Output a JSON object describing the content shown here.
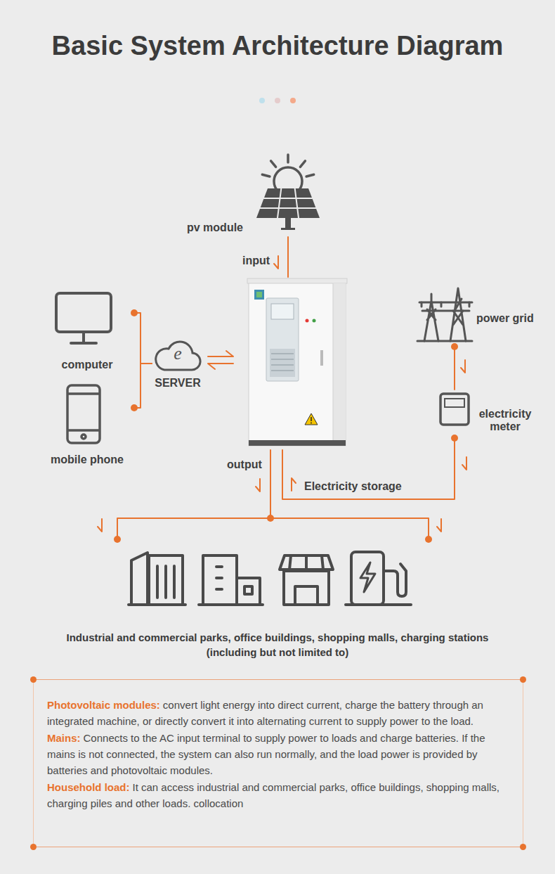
{
  "diagram": {
    "title": "Basic System Architecture Diagram",
    "nodes": [
      {
        "text": [
          "pv module"
        ]
      },
      {
        "text": []
      },
      {
        "text": [
          "computer"
        ]
      },
      {
        "text": [
          "e",
          "SERVER"
        ]
      },
      {
        "text": [
          "mobile phone"
        ]
      },
      {
        "text": [
          "power grid"
        ]
      },
      {
        "text": [
          "electricity meter"
        ]
      },
      {
        "text": [
          "Industrial and commercial parks, office buildings, shopping malls, charging stations (including but not limited to)"
        ]
      },
      {
        "text": [
          "Photovoltaic modules:",
          "convert light energy into direct current, charge the battery through an integrated machine, or directly convert it into alternating current to supply power to the load.",
          "Mains:",
          "Connects to the AC input terminal to supply power to loads and charge batteries. If the mains is not connected, the system can also run normally, and the load power is provided by batteries and photovoltaic modules.",
          "Household load:",
          "It can access industrial and commercial parks, office buildings, shopping malls, charging piles and other loads. collocation"
        ]
      }
    ],
    "edges": [
      {
        "from": 0,
        "to": 1,
        "label": "input",
        "arrow": "to"
      },
      {
        "from": 3,
        "to": 1,
        "arrow": "both"
      },
      {
        "from": 2,
        "to": 3,
        "arrow": "none"
      },
      {
        "from": 4,
        "to": 3,
        "arrow": "none"
      },
      {
        "from": 5,
        "to": 6,
        "arrow": "to"
      },
      {
        "from": 6,
        "to": 1,
        "label": "Electricity storage",
        "arrow": "to"
      },
      {
        "from": 1,
        "to": 7,
        "label": "output",
        "arrow": "to"
      }
    ]
  }
}
